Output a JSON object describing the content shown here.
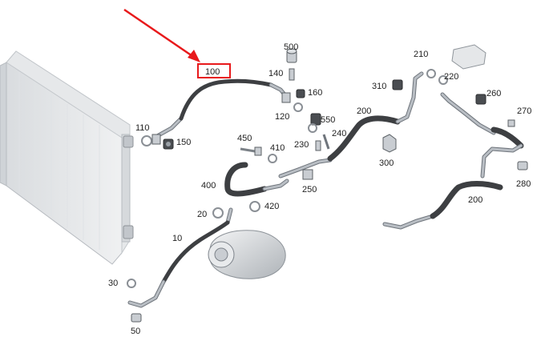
{
  "diagram": {
    "highlight_color": "#e8191b",
    "highlighted_part": "100",
    "labels": {
      "p100": "100",
      "p500": "500",
      "p140": "140",
      "p160": "160",
      "p120": "120",
      "p550": "550",
      "p110": "110",
      "p150": "150",
      "p450": "450",
      "p410": "410",
      "p230": "230",
      "p240": "240",
      "p200a": "200",
      "p210": "210",
      "p310": "310",
      "p220": "220",
      "p260": "260",
      "p270": "270",
      "p300": "300",
      "p400": "400",
      "p250": "250",
      "p420": "420",
      "p20": "20",
      "p280": "280",
      "p200b": "200",
      "p10": "10",
      "p30": "30",
      "p50": "50"
    }
  }
}
